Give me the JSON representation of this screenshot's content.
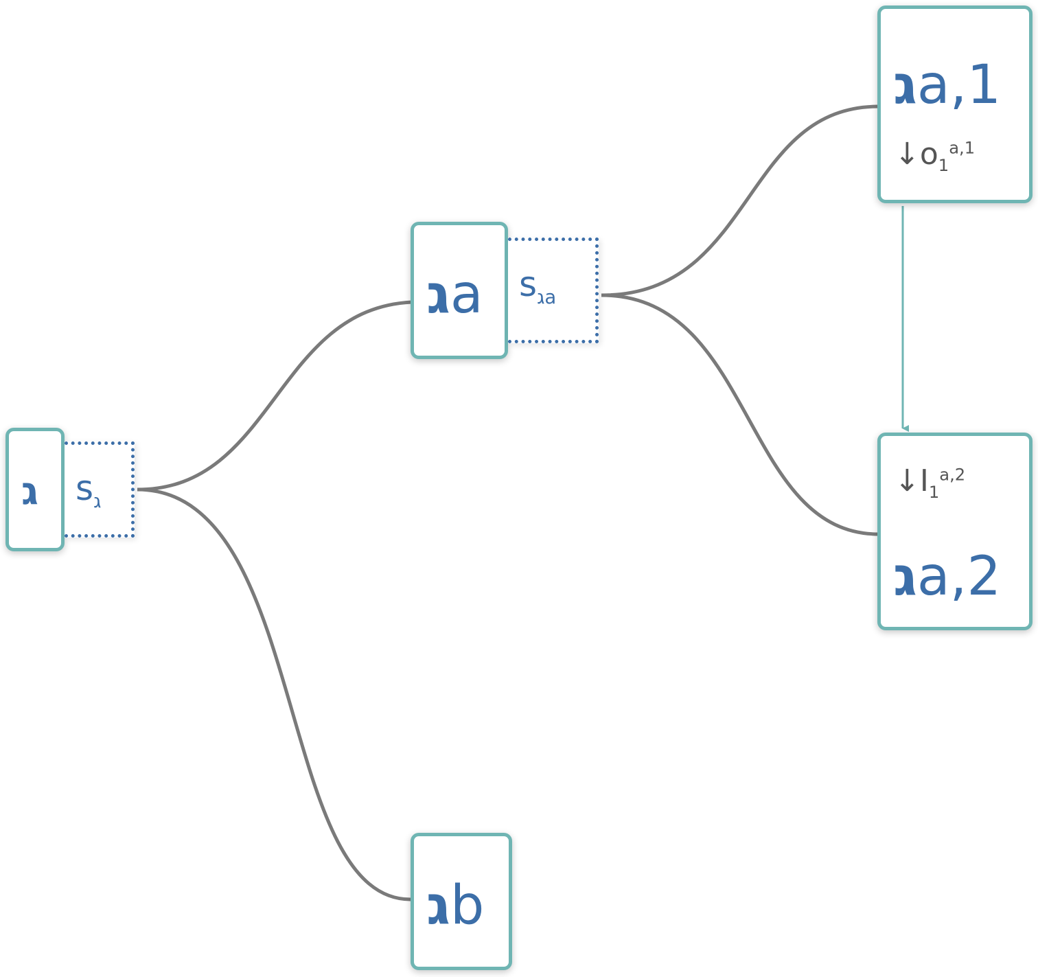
{
  "root": {
    "glyph": "ג",
    "slot": {
      "base": "s",
      "sub": "ג"
    }
  },
  "a": {
    "glyph": "ג",
    "sub": "a",
    "slot": {
      "base": "s",
      "sub1": "ג",
      "sub2": "a"
    }
  },
  "b": {
    "glyph": "ג",
    "sub": "b"
  },
  "a1": {
    "glyph": "ג",
    "sub": "a,1",
    "annotation": {
      "arrow": "↓",
      "base": "o",
      "sub": "1",
      "sup": "a,1"
    }
  },
  "a2": {
    "glyph": "ג",
    "sub": "a,2",
    "annotation": {
      "arrow": "↓",
      "base": "I",
      "sub": "1",
      "sup": "a,2"
    }
  },
  "colors": {
    "node_border": "#6fb5b3",
    "text": "#3c6ea8",
    "edge": "#7a7a7a",
    "annotation": "#555555",
    "arrow": "#6fb5b3"
  }
}
